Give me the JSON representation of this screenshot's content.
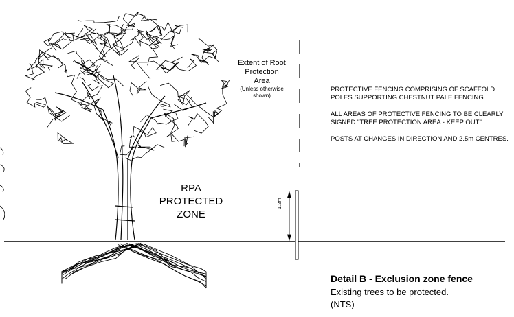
{
  "rpa_extent": {
    "line1": "Extent of Root",
    "line2": "Protection",
    "line3": "Area",
    "note1": "(Unless otherwise",
    "note2": "shown)"
  },
  "zone": {
    "line1": "RPA",
    "line2": "PROTECTED",
    "line3": "ZONE"
  },
  "notes": [
    "PROTECTIVE FENCING COMPRISING OF SCAFFOLD POLES SUPPORTING CHESTNUT PALE FENCING.",
    "ALL AREAS OF PROTECTIVE FENCING TO BE CLEARLY SIGNED \"TREE PROTECTION AREA - KEEP OUT\".",
    "POSTS AT CHANGES IN DIRECTION AND 2.5m CENTRES."
  ],
  "dimension": "1.2m",
  "detail": {
    "title": "Detail B - Exclusion zone fence",
    "subtitle": "Existing trees to be protected.",
    "scale": "(NTS)"
  },
  "colors": {
    "line": "#000000",
    "background": "#ffffff"
  }
}
